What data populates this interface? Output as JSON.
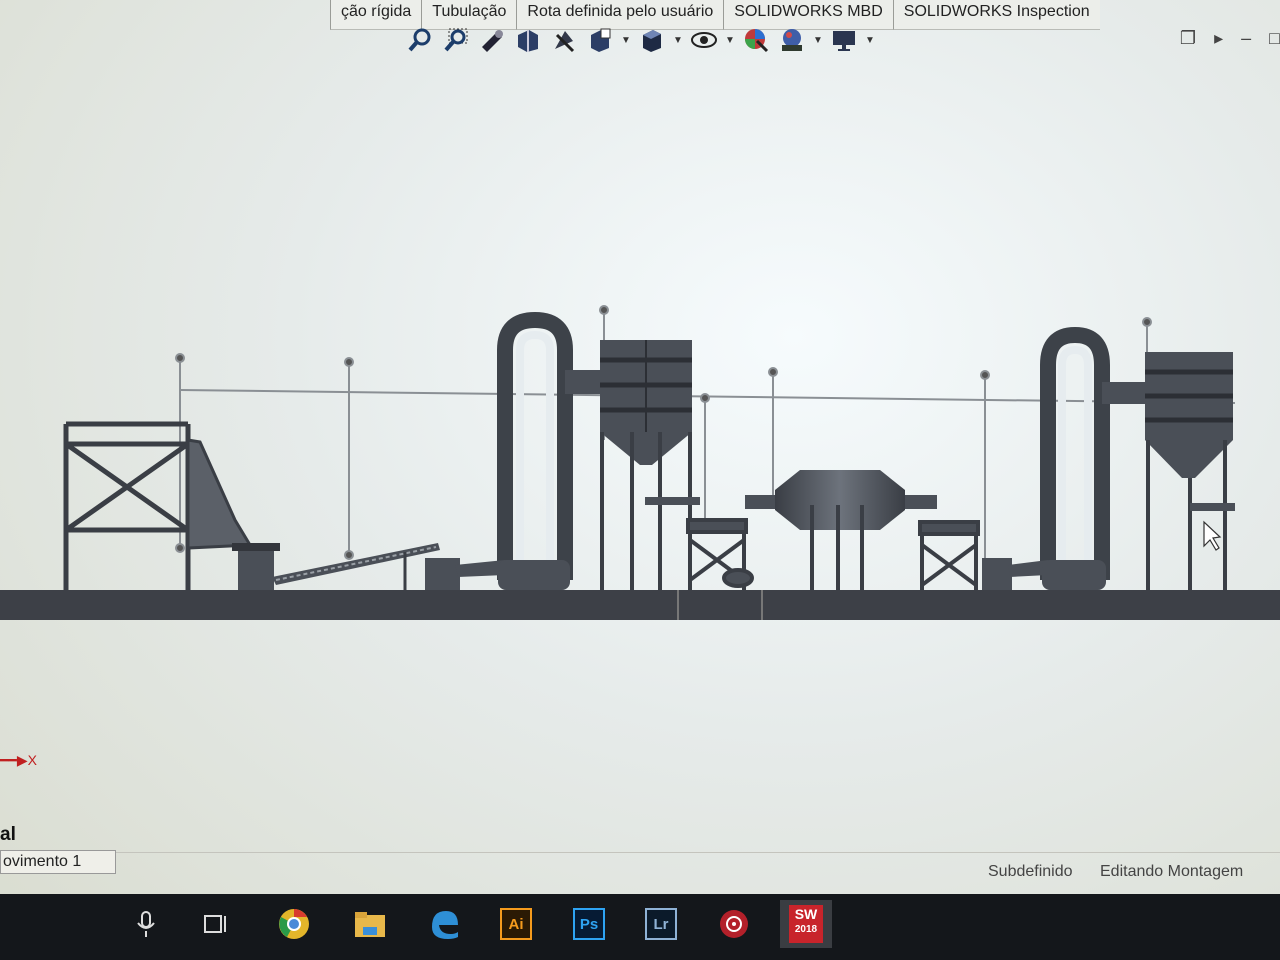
{
  "ribbon_tabs": [
    {
      "label": "ção rígida"
    },
    {
      "label": "Tubulação"
    },
    {
      "label": "Rota definida pelo usuário"
    },
    {
      "label": "SOLIDWORKS MBD"
    },
    {
      "label": "SOLIDWORKS Inspection"
    }
  ],
  "view_toolbar": {
    "icons": [
      "zoom-to-fit-icon",
      "zoom-to-area-icon",
      "previous-view-icon",
      "section-view-icon",
      "dynamic-annotation-icon",
      "view-orientation-icon",
      "display-style-icon",
      "hide-show-items-icon",
      "edit-appearance-icon",
      "apply-scene-icon",
      "view-settings-icon"
    ]
  },
  "viewport": {
    "triad_axis_label": "X"
  },
  "mode_label": "al",
  "bottom_tab": {
    "label": "ovimento 1"
  },
  "status_bar": {
    "definition_state": "Subdefinido",
    "edit_state": "Editando Montagem"
  },
  "taskbar": {
    "apps": [
      {
        "name": "microphone-icon"
      },
      {
        "name": "task-view-icon"
      },
      {
        "name": "chrome-icon"
      },
      {
        "name": "file-explorer-icon"
      },
      {
        "name": "edge-icon"
      },
      {
        "name": "illustrator-icon",
        "label": "Ai"
      },
      {
        "name": "photoshop-icon",
        "label": "Ps"
      },
      {
        "name": "lightroom-icon",
        "label": "Lr"
      },
      {
        "name": "app-red-icon"
      },
      {
        "name": "solidworks-icon",
        "label": "SW",
        "sublabel": "2018"
      }
    ]
  },
  "colors": {
    "accent_red": "#c0392b",
    "steel": "#4a4f57",
    "ground": "#3d4047"
  }
}
